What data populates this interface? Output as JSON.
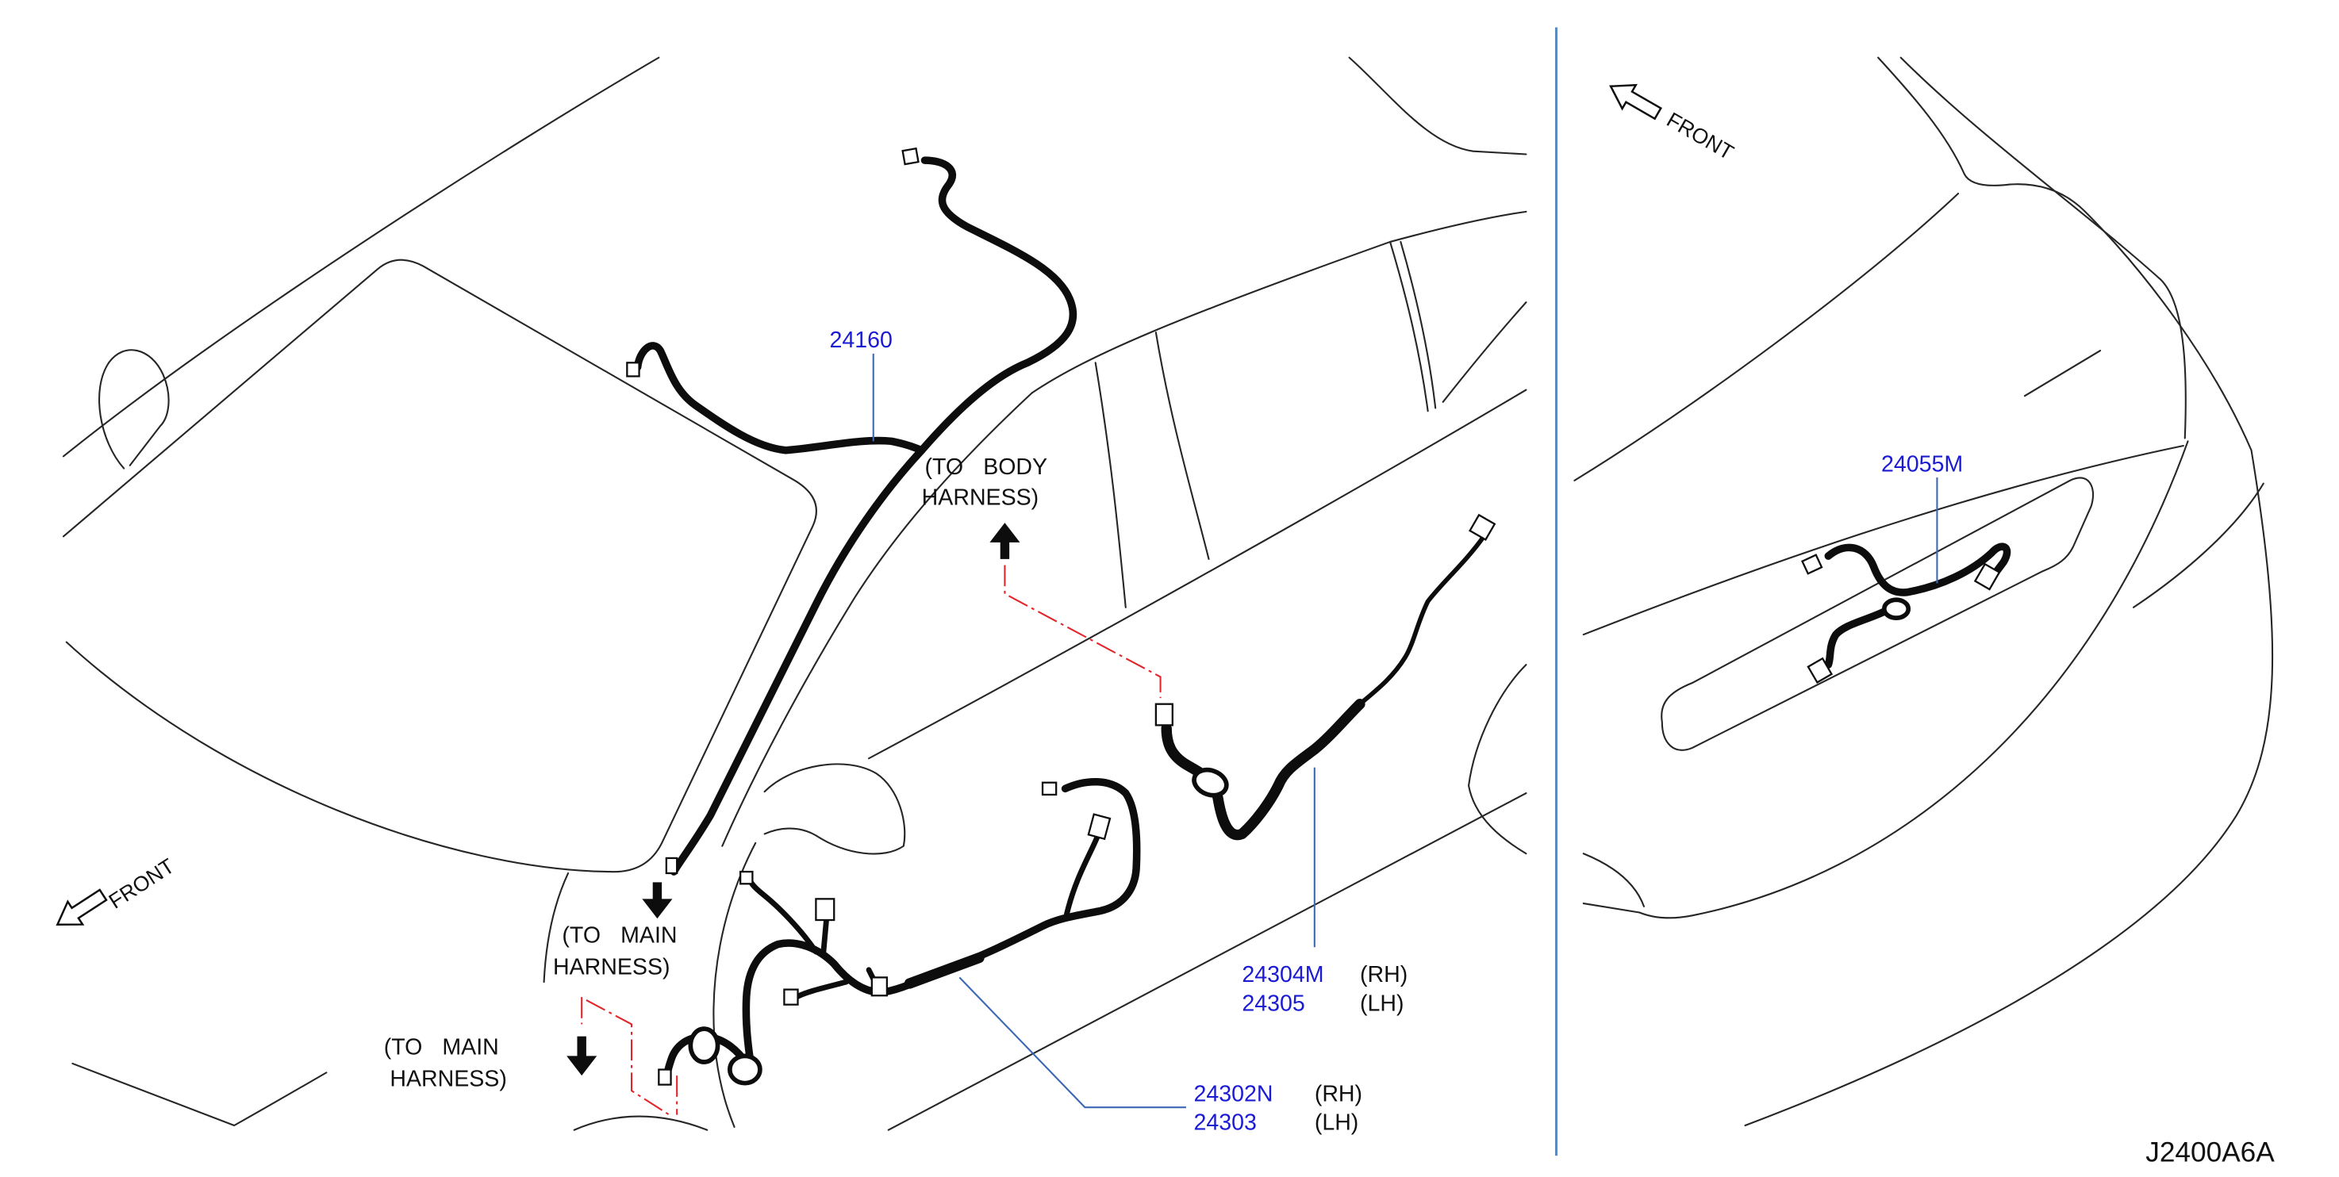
{
  "colors": {
    "part_number": "#1b1bd4",
    "leader_line": "#3c68b4",
    "divider": "#5b8ac0",
    "connection_line": "#e3262b",
    "harness": "#0d0d0d",
    "outline": "#262626"
  },
  "front_view": {
    "front_indicator": "FRONT",
    "harness_24160": {
      "part_number": "24160"
    },
    "to_body_harness": {
      "line1": "(TO BODY",
      "line2": "HARNESS)"
    },
    "to_main_harness_upper": {
      "line1": "(TO MAIN",
      "line2": "HARNESS)"
    },
    "to_main_harness_lower": {
      "line1": "(TO MAIN",
      "line2": "HARNESS)"
    },
    "harness_24304M": {
      "rh_part_number": "24304M",
      "rh_side": "(RH)",
      "lh_part_number": "24305",
      "lh_side": "(LH)"
    },
    "harness_24302N": {
      "rh_part_number": "24302N",
      "rh_side": "(RH)",
      "lh_part_number": "24303",
      "lh_side": "(LH)"
    }
  },
  "rear_view": {
    "front_indicator": "FRONT",
    "harness_24055M": {
      "part_number": "24055M"
    }
  },
  "diagram_code": "J2400A6A"
}
